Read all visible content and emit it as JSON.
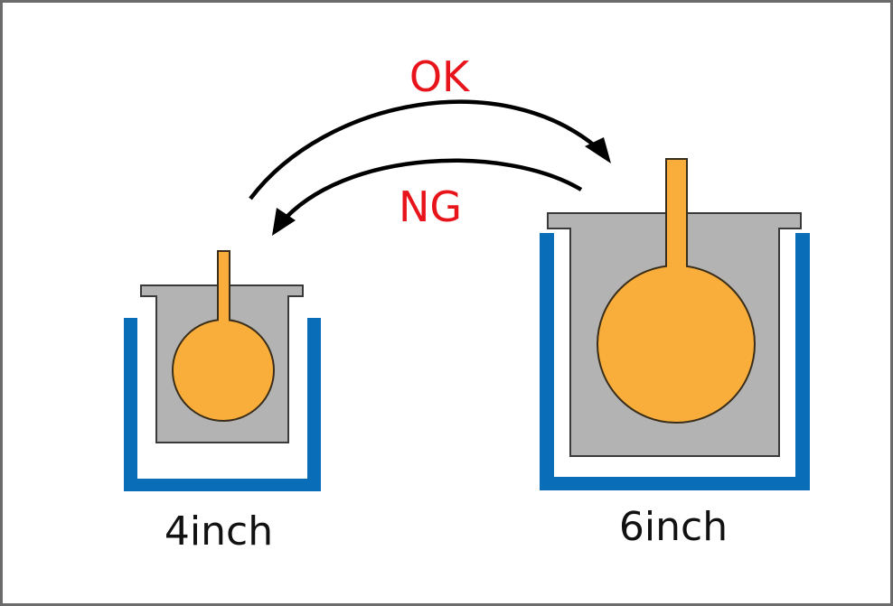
{
  "labels": {
    "ok": "OK",
    "ng": "NG",
    "small_size": "4inch",
    "large_size": "6inch"
  },
  "colors": {
    "frame": "#6b6b6b",
    "tray": "#0a6db7",
    "holder": "#b3b3b3",
    "holder_stroke": "#3a3a3a",
    "wafer": "#f9ae3b",
    "wafer_stroke": "#3a2e1a",
    "text_status": "#e8141b",
    "text_size": "#111111",
    "arrow": "#000000"
  },
  "icons": {
    "ok_arrow": "curved-arrow-right",
    "ng_arrow": "curved-arrow-left"
  }
}
